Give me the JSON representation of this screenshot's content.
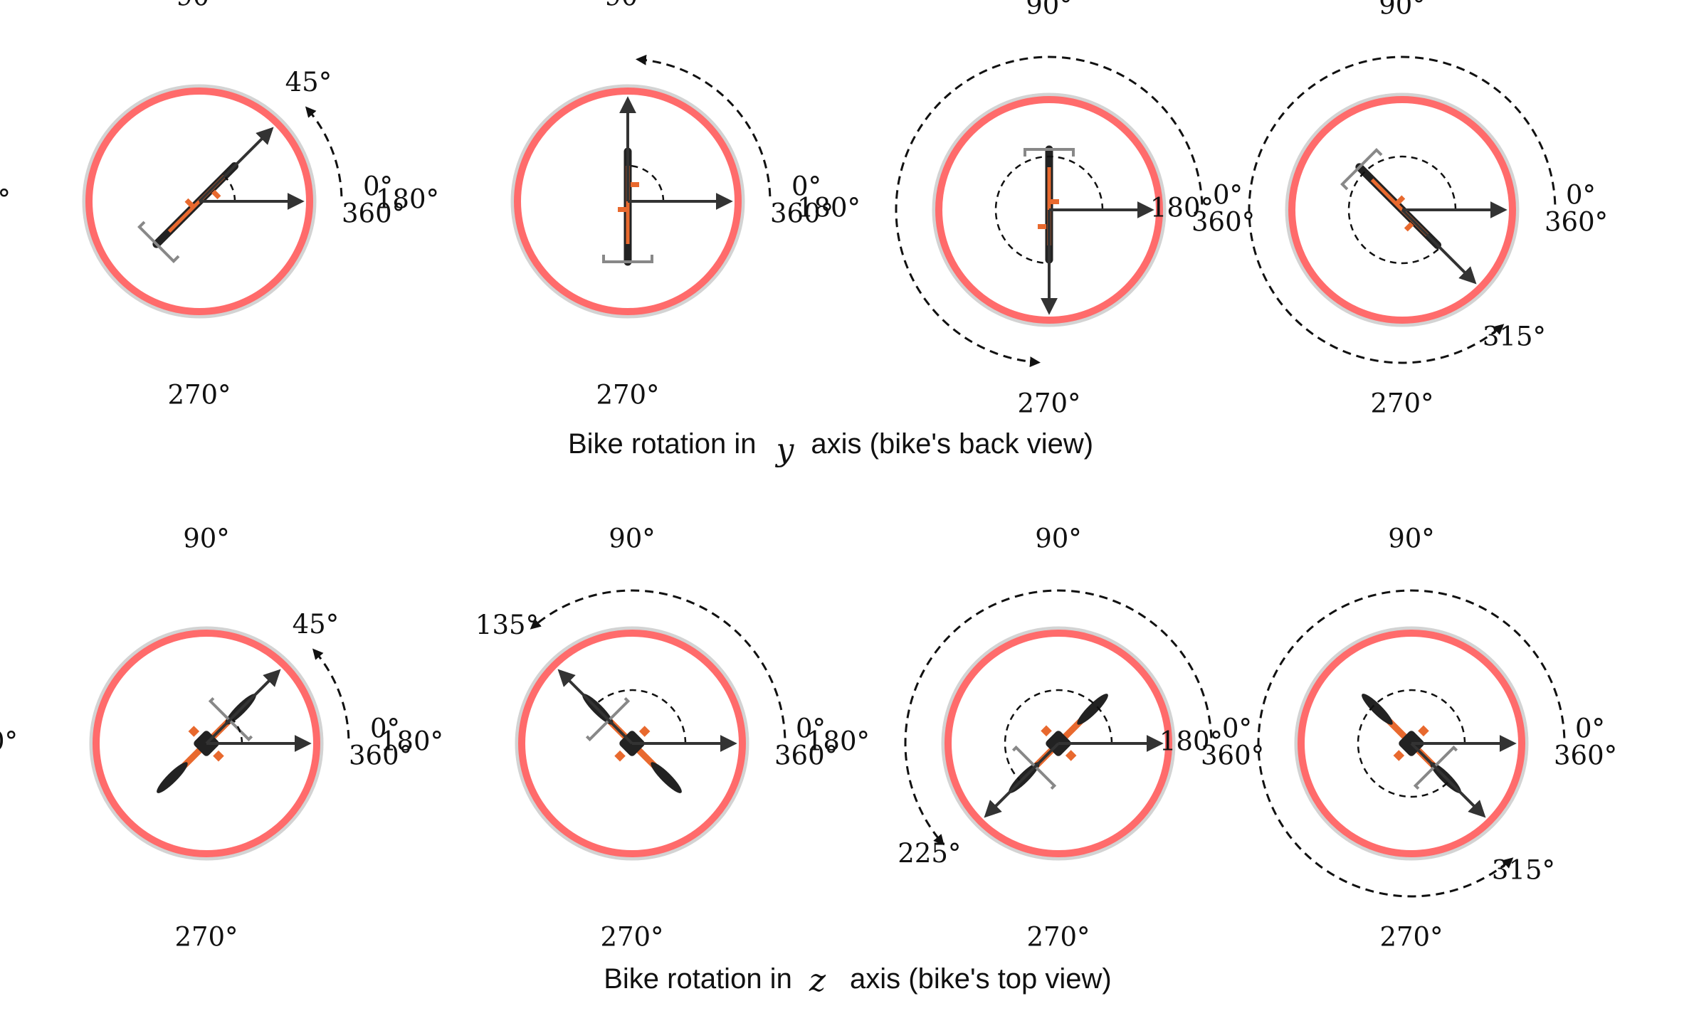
{
  "rows": [
    {
      "caption_before": "Bike rotation in",
      "axis_symbol": "y",
      "caption_after": "axis (bike's back view)",
      "view": "back",
      "panels": [
        {
          "rotation_deg": 45,
          "angle_label": "45°"
        },
        {
          "rotation_deg": 90,
          "angle_label": ""
        },
        {
          "rotation_deg": 270,
          "angle_label": ""
        },
        {
          "rotation_deg": 315,
          "angle_label": "315°"
        }
      ]
    },
    {
      "caption_before": "Bike rotation in",
      "axis_symbol": "z",
      "caption_after": "axis (bike's top view)",
      "view": "top",
      "panels": [
        {
          "rotation_deg": 45,
          "angle_label": "45°"
        },
        {
          "rotation_deg": 135,
          "angle_label": "135°"
        },
        {
          "rotation_deg": 225,
          "angle_label": "225°"
        },
        {
          "rotation_deg": 315,
          "angle_label": "315°"
        }
      ]
    }
  ],
  "dial_labels": {
    "deg90": "90°",
    "deg180": "180°",
    "deg270": "270°",
    "deg0": "0°",
    "deg360": "360°"
  },
  "colors": {
    "ring": "#ff6b6b",
    "ring_shadow": "#d3d3d3",
    "arrow": "#333333",
    "bike_body": "#e8692e",
    "bike_dark": "#222222",
    "bike_grey": "#888888"
  }
}
